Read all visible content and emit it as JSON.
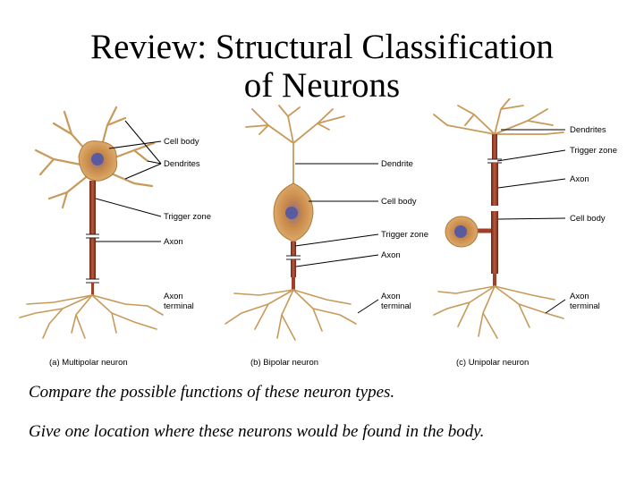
{
  "slide": {
    "title_line1": "Review: Structural Classification",
    "title_line2": "of Neurons",
    "question1": "Compare the possible functions of these neuron types.",
    "question2": "Give one location where these neurons would be found in the body."
  },
  "diagram": {
    "multipolar": {
      "caption": "(a) Multipolar neuron",
      "labels": {
        "cell_body": "Cell body",
        "dendrites": "Dendrites",
        "trigger_zone": "Trigger zone",
        "axon": "Axon",
        "axon_terminal_1": "Axon",
        "axon_terminal_2": "terminal"
      }
    },
    "bipolar": {
      "caption": "(b) Bipolar neuron",
      "labels": {
        "dendrite": "Dendrite",
        "cell_body": "Cell body",
        "trigger_zone": "Trigger zone",
        "axon": "Axon",
        "axon_terminal_1": "Axon",
        "axon_terminal_2": "terminal"
      }
    },
    "unipolar": {
      "caption": "(c) Unipolar neuron",
      "labels": {
        "dendrites": "Dendrites",
        "trigger_zone": "Trigger zone",
        "axon": "Axon",
        "cell_body": "Cell body",
        "axon_terminal_1": "Axon",
        "axon_terminal_2": "terminal"
      }
    },
    "colors": {
      "cytoplasm": "#d9a25a",
      "nucleus": "#5a5a9e",
      "axon": "#a1402a",
      "dendrite": "#c89a5a"
    }
  }
}
